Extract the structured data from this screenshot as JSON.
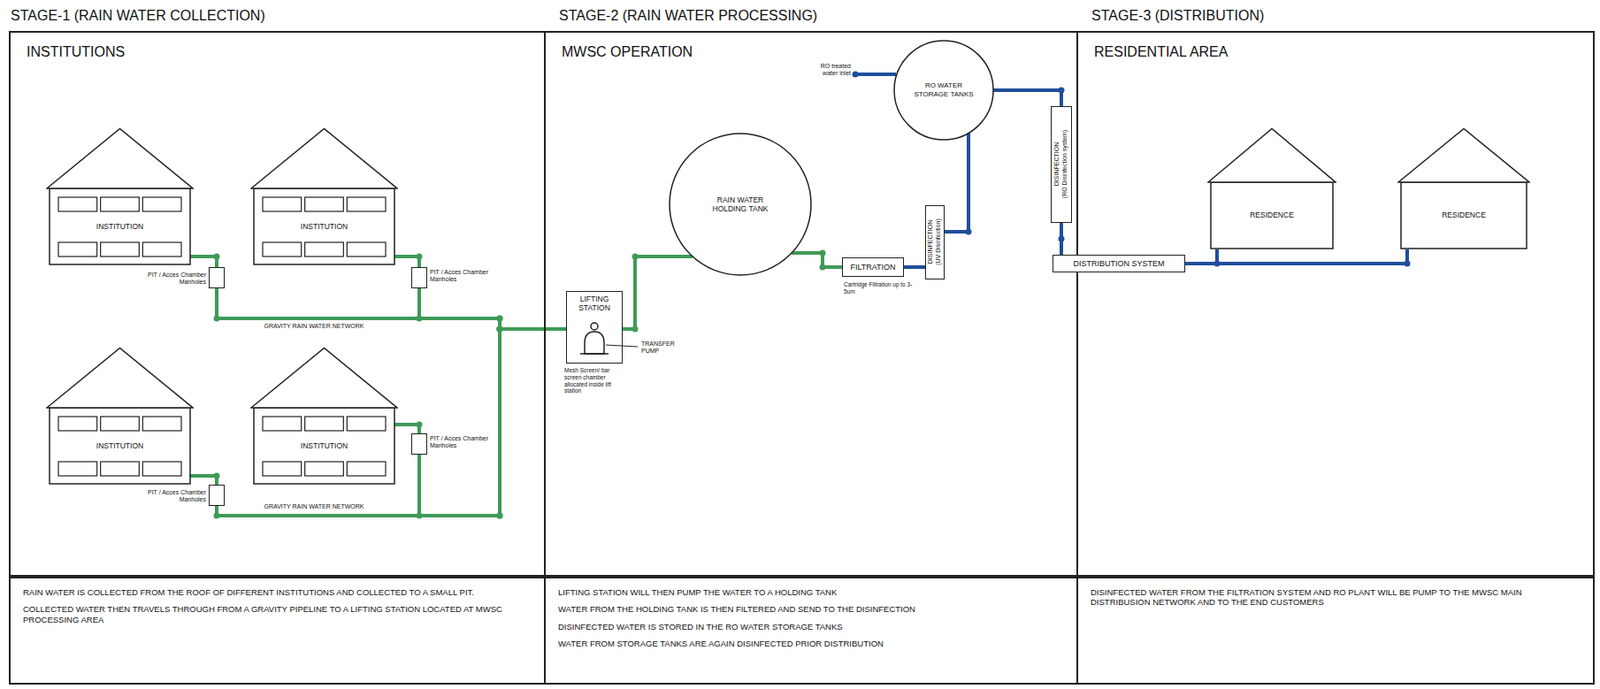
{
  "diagram": {
    "nodes": [
      {
        "text": [
          "INSTITUTIONS"
        ]
      },
      {
        "text": [
          "INSTITUTION"
        ],
        "in": 0
      },
      {
        "text": [
          "PIT / Acces Chamber Manholes"
        ],
        "in": 0
      },
      {
        "text": [
          "INSTITUTION"
        ],
        "in": 0
      },
      {
        "text": [
          "PIT / Acces Chamber Manholes"
        ],
        "in": 0
      },
      {
        "text": [
          "INSTITUTION"
        ],
        "in": 0
      },
      {
        "text": [
          "PIT / Acces Chamber Manholes"
        ],
        "in": 0
      },
      {
        "text": [
          "INSTITUTION"
        ],
        "in": 0
      },
      {
        "text": [
          "PIT / Acces Chamber Manholes"
        ],
        "in": 0
      },
      {
        "text": [
          "MWSC OPERATION"
        ]
      },
      {
        "text": [
          "LIFTING STATION"
        ],
        "in": 9
      },
      {
        "text": [
          "RAIN WATER HOLDING TANK"
        ],
        "in": 9
      },
      {
        "text": [
          "FILTRATION"
        ],
        "in": 9
      },
      {
        "text": [
          "DISINFECTION",
          "(UV Disinfection)"
        ],
        "in": 9
      },
      {
        "text": [
          "RO WATER STORAGE TANKS"
        ],
        "in": 9
      },
      {
        "text": [
          "DISINFECTION",
          "(RO Disinfection system)"
        ],
        "in": 9
      },
      {
        "text": [
          "RESIDENTIAL AREA"
        ]
      },
      {
        "text": [
          "DISTRIBUTION SYSTEM"
        ],
        "in": 16
      },
      {
        "text": [
          "RESIDENCE"
        ],
        "in": 16
      },
      {
        "text": [
          "RESIDENCE"
        ],
        "in": 16
      },
      {
        "text": [
          "RAIN WATER IS COLLECTED FROM THE ROOF OF DIFFERENT INSTITUTIONS AND COLLECTED TO A SMALL PIT.",
          "COLLECTED WATER THEN TRAVELS THROUGH FROM A GRAVITY PIPELINE TO A LIFTING STATION LOCATED AT MWSC PROCESSING AREA"
        ]
      },
      {
        "text": [
          "LIFTING STATION WILL THEN PUMP THE WATER TO A HOLDING TANK",
          "WATER FROM THE HOLDING TANK IS THEN FILTERED AND SEND TO THE DISINFECTION",
          "DISINFECTED WATER IS STORED IN THE RO WATER STORAGE TANKS",
          "WATER FROM STORAGE TANKS ARE AGAIN DISINFECTED PRIOR DISTRIBUTION"
        ]
      },
      {
        "text": [
          "DISINFECTED WATER FROM THE FILTRATION SYSTEM AND RO PLANT WILL BE PUMP TO THE MWSC MAIN DISTRIBUSION NETWORK AND TO THE END CUSTOMERS"
        ]
      }
    ],
    "edges": [
      {
        "from": 1,
        "to": 2,
        "arrow": "none"
      },
      {
        "from": 3,
        "to": 4,
        "arrow": "none"
      },
      {
        "from": 5,
        "to": 6,
        "arrow": "none"
      },
      {
        "from": 7,
        "to": 8,
        "arrow": "none"
      },
      {
        "from": 2,
        "to": 10,
        "arrow": "none"
      },
      {
        "from": 4,
        "to": 10,
        "arrow": "none"
      },
      {
        "from": 6,
        "to": 10,
        "arrow": "none"
      },
      {
        "from": 8,
        "to": 10,
        "arrow": "none"
      },
      {
        "from": 10,
        "to": 11,
        "arrow": "none"
      },
      {
        "from": 11,
        "to": 12,
        "arrow": "none"
      },
      {
        "from": 12,
        "to": 13,
        "arrow": "none"
      },
      {
        "from": 13,
        "to": 14,
        "arrow": "none"
      },
      {
        "from": 14,
        "to": 15,
        "arrow": "none"
      },
      {
        "from": 15,
        "to": 17,
        "arrow": "none"
      },
      {
        "from": 17,
        "to": 18,
        "arrow": "none"
      },
      {
        "from": 17,
        "to": 19,
        "arrow": "none"
      }
    ],
    "labels": [
      "STAGE-1 (RAIN WATER COLLECTION)",
      "STAGE-2 (RAIN WATER PROCESSING)",
      "STAGE-3 (DISTRIBUTION)",
      "GRAVITY RAIN WATER NETWORK",
      "GRAVITY RAIN WATER NETWORK",
      "Mesh Screen/ bar screen chamber allocated inside lift station",
      "TRANSFER PUMP",
      "Cartridge Filtration up to 3-5um",
      "RO treated water inlet"
    ]
  }
}
